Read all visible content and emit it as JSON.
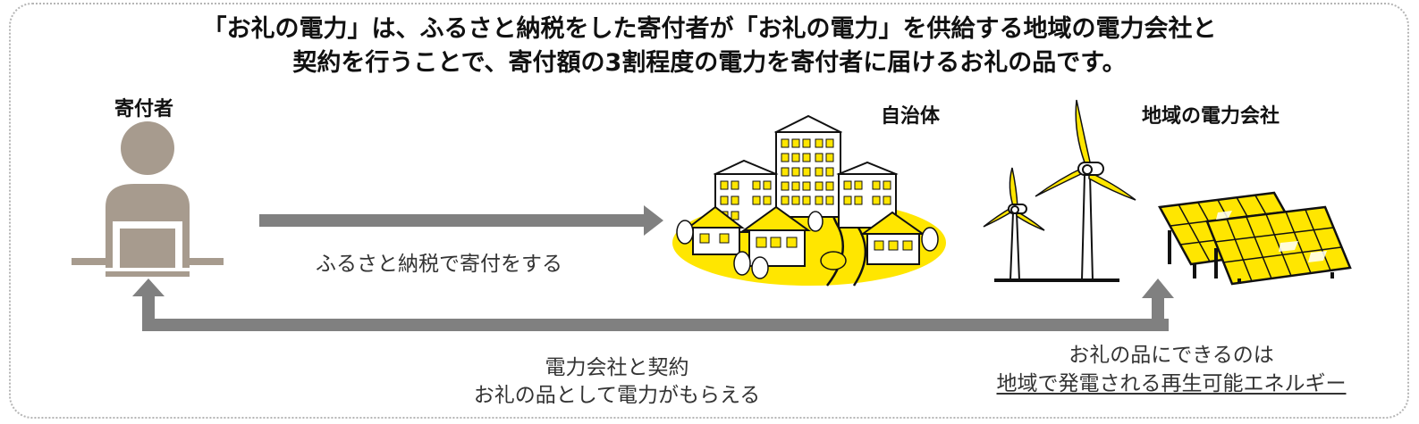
{
  "headline": {
    "line1": "「お礼の電力」は、ふるさと納税をした寄付者が「お礼の電力」を供給する地域の電力会社と",
    "line2": "契約を行うことで、寄付額の3割程度の電力を寄付者に届けるお礼の品です。"
  },
  "actors": {
    "donor": "寄付者",
    "municipality": "自治体",
    "power_company": "地域の電力会社"
  },
  "flows": {
    "donate": "ふるさと納税で寄付をする",
    "contract_line1": "電力会社と契約",
    "contract_line2": "お礼の品として電力がもらえる",
    "gift_line1": "お礼の品にできるのは",
    "gift_line2": "地域で発電される再生可能エネルギー"
  },
  "colors": {
    "accent_yellow": "#ffe600",
    "arrow_gray": "#808080",
    "person_taupe": "#a79b8e"
  },
  "icons": [
    "person-at-laptop-icon",
    "town-buildings-icon",
    "wind-turbine-icon",
    "solar-panel-icon"
  ]
}
